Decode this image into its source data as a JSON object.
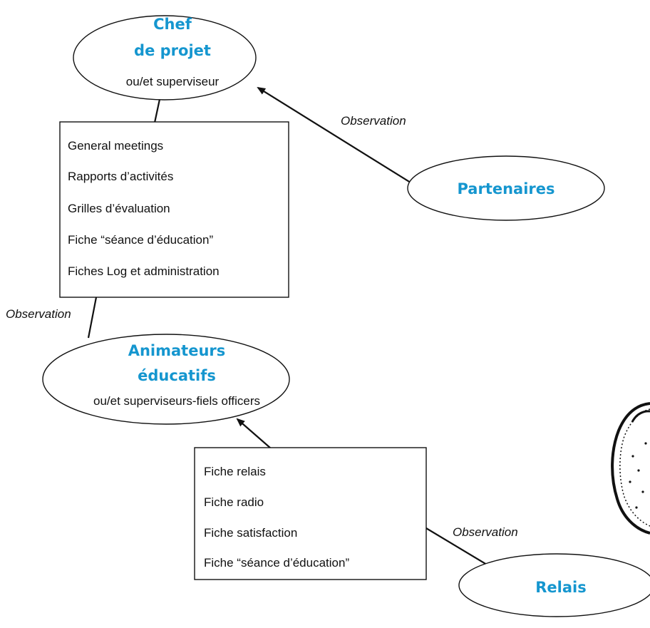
{
  "nodes": {
    "chef": {
      "title_line1": "Chef",
      "title_line2": "de projet",
      "subtitle": "ou/et superviseur"
    },
    "partenaires": {
      "title": "Partenaires"
    },
    "animateurs": {
      "title_line1": "Animateurs",
      "title_line2": "éducatifs",
      "subtitle": "ou/et superviseurs-fiels officers"
    },
    "relais": {
      "title": "Relais"
    }
  },
  "boxes": {
    "chef_tools": [
      "General meetings",
      "Rapports d’activités",
      "Grilles d’évaluation",
      "Fiche “séance d’éducation”",
      "Fiches Log et administration"
    ],
    "animateur_tools": [
      "Fiche relais",
      "Fiche radio",
      "Fiche satisfaction",
      "Fiche “séance d’éducation”"
    ]
  },
  "labels": {
    "observation_partenaires": "Observation",
    "observation_animateurs": "Observation",
    "observation_relais": "Observation"
  },
  "colors": {
    "title_blue": "#1596cf",
    "line": "#111111"
  }
}
